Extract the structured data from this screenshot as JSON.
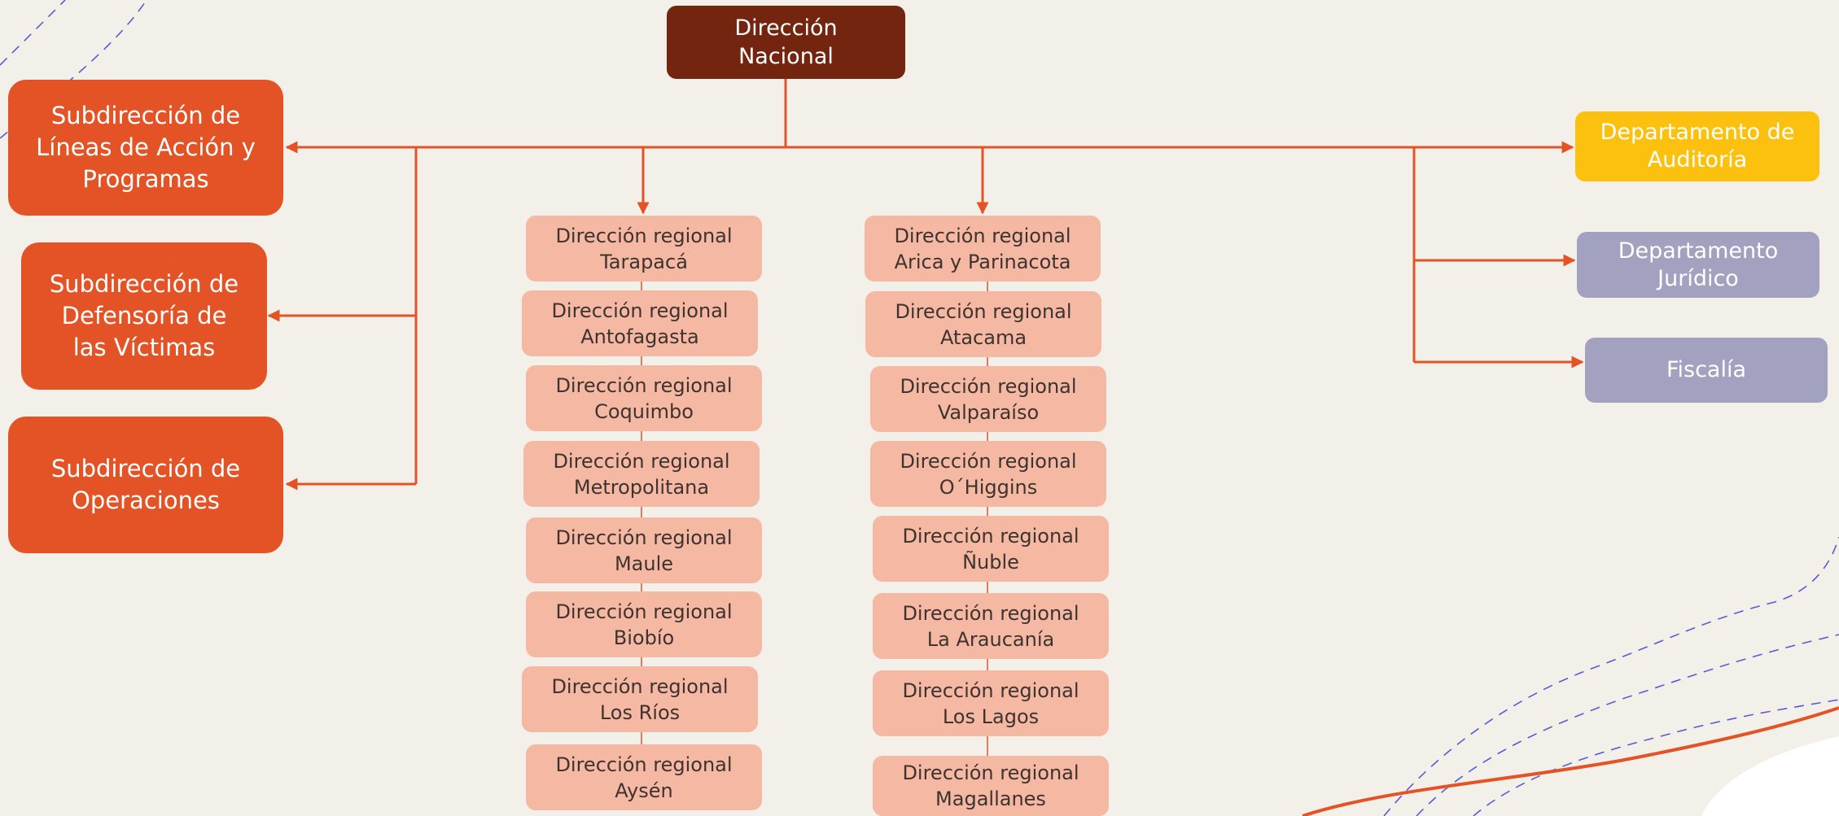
{
  "colors": {
    "background": "#f3f0ea",
    "top_box": "#74250f",
    "subdireccion_box": "#e35325",
    "regional_box": "#f5b8a2",
    "connector": "#e35325",
    "auditoria_box": "#fcc00f",
    "juridico_box": "#a2a2c0",
    "fiscalia_box": "#a2a2c0",
    "dashed_decoration": "#5a5ad8"
  },
  "top": {
    "label": "Dirección\nNacional"
  },
  "left": [
    {
      "label": "Subdirección de\nLíneas de Acción y\nProgramas"
    },
    {
      "label": "Subdirección de\nDefensoría de\nlas Víctimas"
    },
    {
      "label": "Subdirección de\nOperaciones"
    }
  ],
  "regional_col1": [
    {
      "label": "Dirección regional\nTarapacá"
    },
    {
      "label": "Dirección regional\nAntofagasta"
    },
    {
      "label": "Dirección regional\nCoquimbo"
    },
    {
      "label": "Dirección regional\nMetropolitana"
    },
    {
      "label": "Dirección regional\nMaule"
    },
    {
      "label": "Dirección regional\nBiobío"
    },
    {
      "label": "Dirección regional\nLos Ríos"
    },
    {
      "label": "Dirección regional\nAysén"
    }
  ],
  "regional_col2": [
    {
      "label": "Dirección regional\nArica y Parinacota"
    },
    {
      "label": "Dirección regional\nAtacama"
    },
    {
      "label": "Dirección regional\nValparaíso"
    },
    {
      "label": "Dirección regional\nO´Higgins"
    },
    {
      "label": "Dirección regional\nÑuble"
    },
    {
      "label": "Dirección regional\nLa Araucanía"
    },
    {
      "label": "Dirección regional\nLos Lagos"
    },
    {
      "label": "Dirección regional\nMagallanes"
    }
  ],
  "right": [
    {
      "label": "Departamento de\nAuditoría"
    },
    {
      "label": "Departamento\nJurídico"
    },
    {
      "label": "Fiscalía"
    }
  ]
}
